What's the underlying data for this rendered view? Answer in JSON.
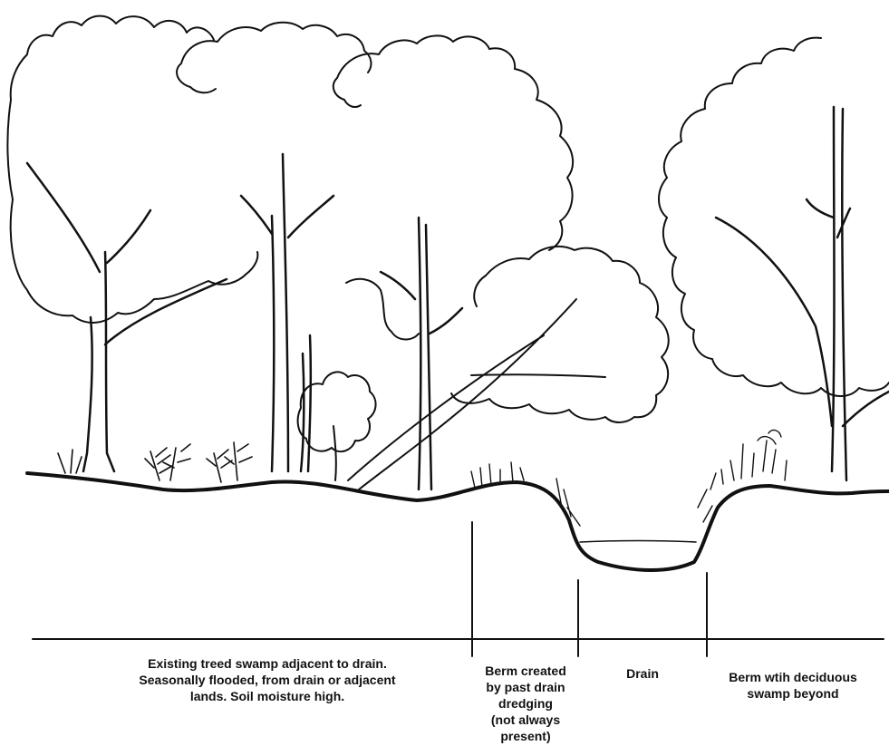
{
  "zones": [
    {
      "id": "swamp",
      "lines": [
        "Existing treed swamp adjacent to drain.",
        "Seasonally flooded, from drain or adjacent",
        "lands.  Soil moisture high."
      ]
    },
    {
      "id": "berm",
      "lines": [
        "Berm created",
        "by past drain",
        "dredging",
        "(not always",
        "present)"
      ]
    },
    {
      "id": "drain",
      "lines": [
        "Drain"
      ]
    },
    {
      "id": "berm-beyond",
      "lines": [
        "Berm wtih deciduous",
        "swamp beyond"
      ]
    }
  ]
}
